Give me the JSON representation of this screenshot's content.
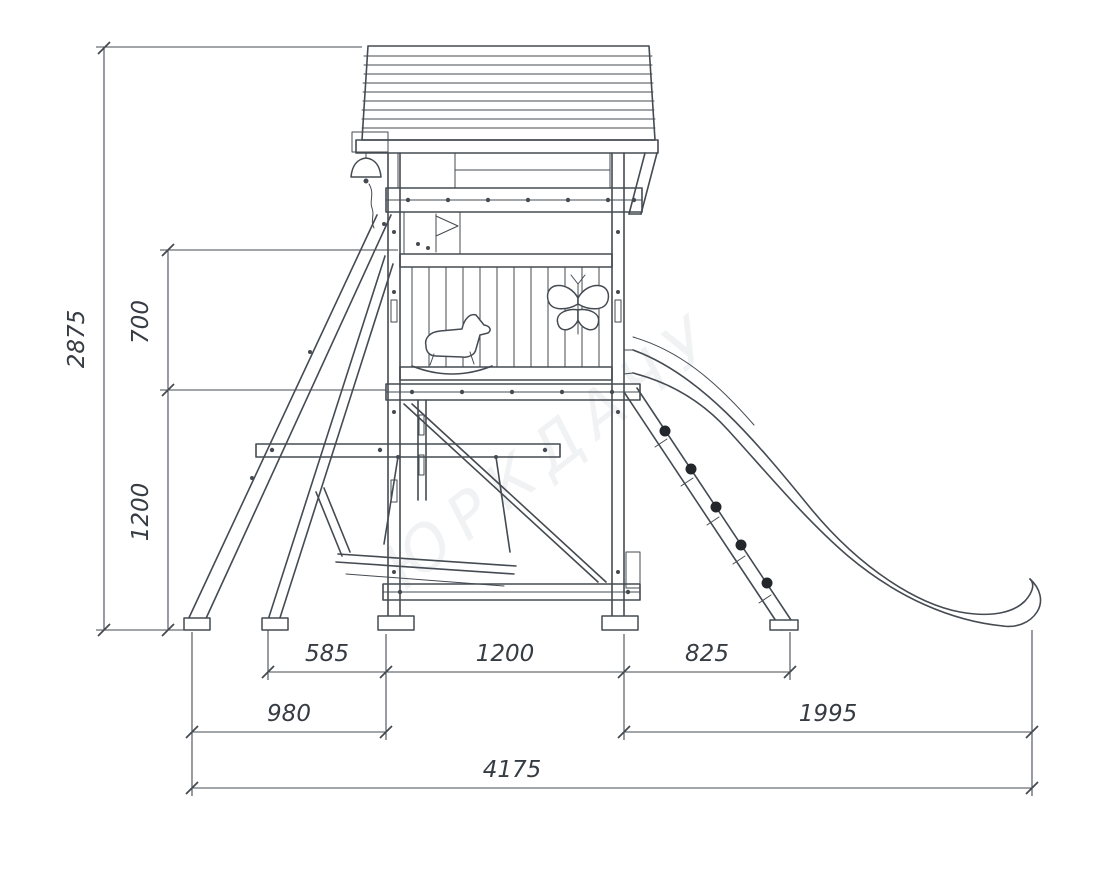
{
  "drawing": {
    "type": "technical-elevation",
    "subject": "children playground side elevation with tower, swing bench, climbing ramp and slide",
    "watermark": "ЮРКДАЧУ",
    "dims": {
      "total_height": "2875",
      "railing_height": "700",
      "deck_height": "1200",
      "brace_span": "585",
      "tower_width": "1200",
      "ramp_span": "825",
      "left_span": "980",
      "slide_span": "1995",
      "total_length": "4175"
    }
  }
}
